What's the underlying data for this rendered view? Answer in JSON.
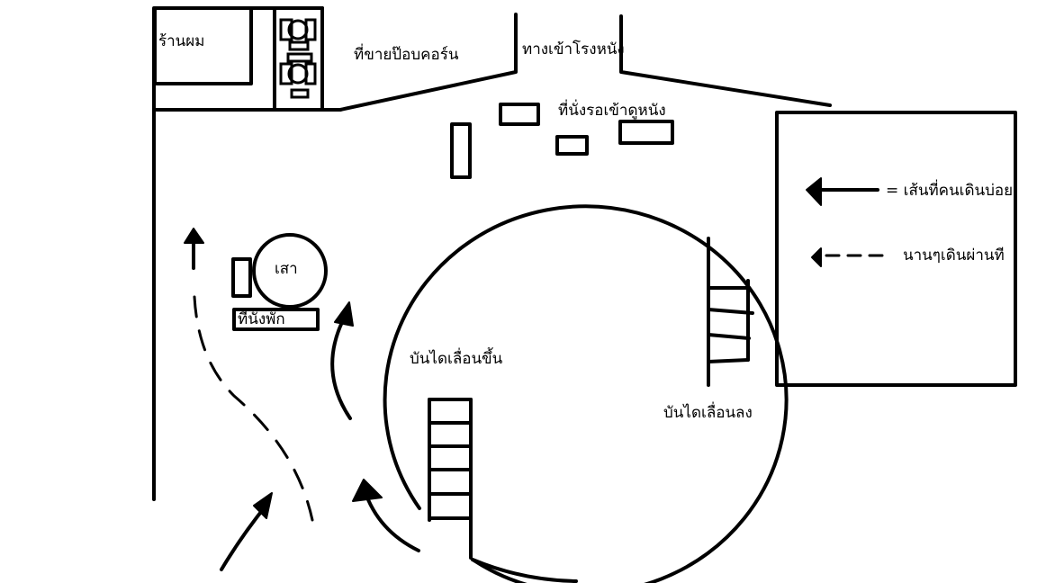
{
  "map": {
    "labels": {
      "barber_shop": "ร้านผม",
      "popcorn_stand": "ที่ขายป๊อบคอร์น",
      "theater_entrance": "ทางเข้าโรงหนัง",
      "waiting_seats": "ที่นั่งรอเข้าดูหนัง",
      "pillar": "เสา",
      "rest_seat": "ที่นั่งพัก",
      "escalator_up": "บันไดเลื่อนขึ้น",
      "escalator_down": "บันไดเลื่อนลง"
    },
    "legend": {
      "frequent_path": "= เส้นที่คนเดินบ่อย",
      "occasional_path": "นานๆเดินผ่านที"
    }
  },
  "colors": {
    "ink": "#000000",
    "background": "#ffffff"
  }
}
